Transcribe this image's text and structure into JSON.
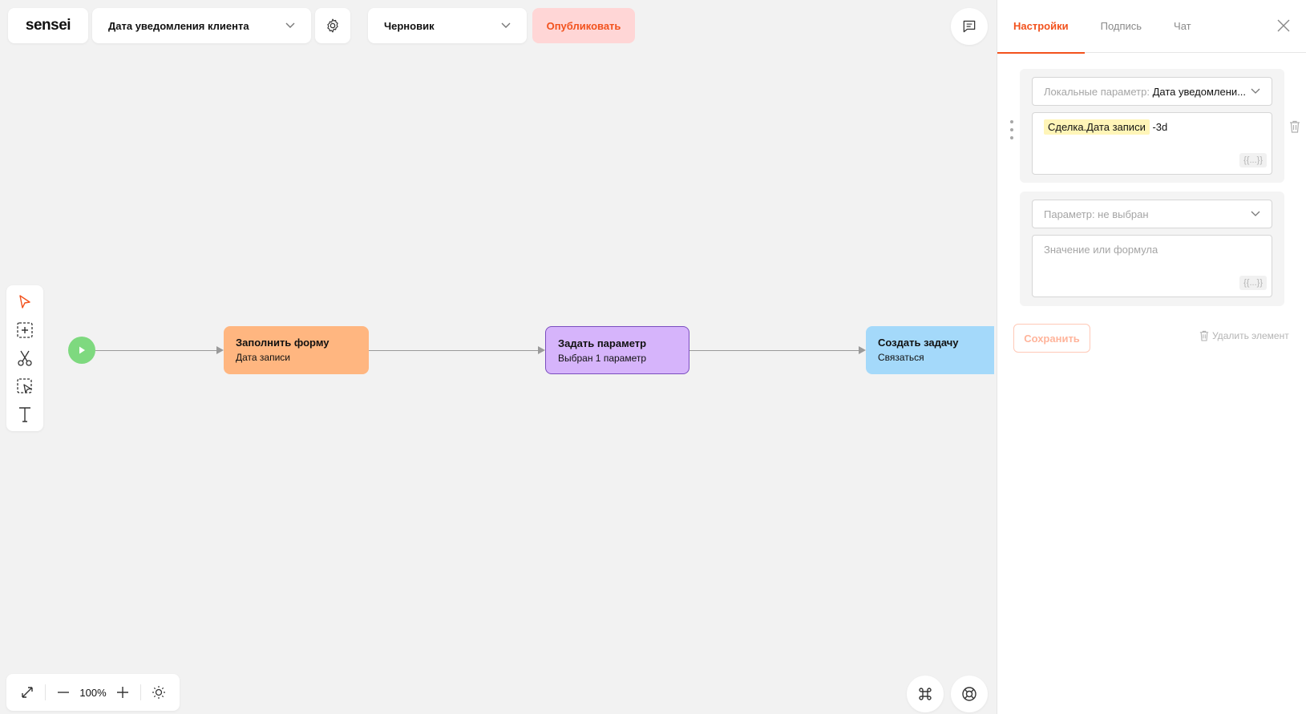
{
  "header": {
    "logo": "sensei",
    "process_title": "Дата уведомления клиента",
    "status": "Черновик",
    "publish_label": "Опубликовать"
  },
  "canvas": {
    "nodes": [
      {
        "title": "Заполнить форму",
        "subtitle": "Дата записи",
        "color": "#ffb680"
      },
      {
        "title": "Задать параметр",
        "subtitle": "Выбран 1 параметр",
        "color": "#d6b4fb"
      },
      {
        "title": "Создать задачу",
        "subtitle": "Связаться",
        "color": "#a4d9fa"
      }
    ]
  },
  "zoom": {
    "level": "100%"
  },
  "panel": {
    "tabs": [
      "Настройки",
      "Подпись",
      "Чат"
    ],
    "active_tab": "Настройки",
    "group1": {
      "param_prefix": "Локальные параметр:",
      "param_value": "Дата уведомлени...",
      "formula_tag": "Сделка.Дата записи",
      "formula_rest": "-3d",
      "brace": "{{...}}"
    },
    "group2": {
      "param_placeholder": "Параметр: не выбран",
      "value_placeholder": "Значение или формула",
      "brace": "{{...}}"
    },
    "save_label": "Сохранить",
    "delete_label": "Удалить элемент"
  },
  "colors": {
    "accent": "#f2521d",
    "start": "#7ed97f"
  }
}
